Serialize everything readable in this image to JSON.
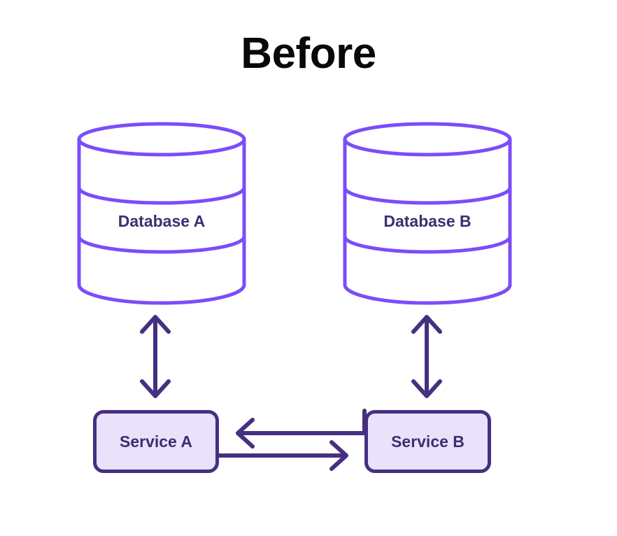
{
  "diagram": {
    "title": "Before",
    "background_color": "#FFFFFF",
    "colors": {
      "title_text": "#080808",
      "cylinder_stroke": "#7B4DFA",
      "cylinder_fill": "#FFFFFF",
      "node_fill": "#E8E2FB",
      "node_stroke": "#453080",
      "node_text": "#3F2D70",
      "arrow": "#453080"
    },
    "databases": [
      {
        "id": "database-a",
        "label": "Database A"
      },
      {
        "id": "database-b",
        "label": "Database B"
      }
    ],
    "services": [
      {
        "id": "service-a",
        "label": "Service A"
      },
      {
        "id": "service-b",
        "label": "Service B"
      }
    ],
    "connections": [
      {
        "id": "service-a-database-a",
        "from": "Service A",
        "to": "Database A",
        "direction": "bidirectional",
        "orientation": "vertical"
      },
      {
        "id": "service-b-database-b",
        "from": "Service B",
        "to": "Database B",
        "direction": "bidirectional",
        "orientation": "vertical"
      },
      {
        "id": "service-b-to-service-a",
        "from": "Service B",
        "to": "Service A",
        "direction": "left",
        "orientation": "horizontal"
      },
      {
        "id": "service-a-to-service-b",
        "from": "Service A",
        "to": "Service B",
        "direction": "right",
        "orientation": "horizontal"
      }
    ]
  }
}
